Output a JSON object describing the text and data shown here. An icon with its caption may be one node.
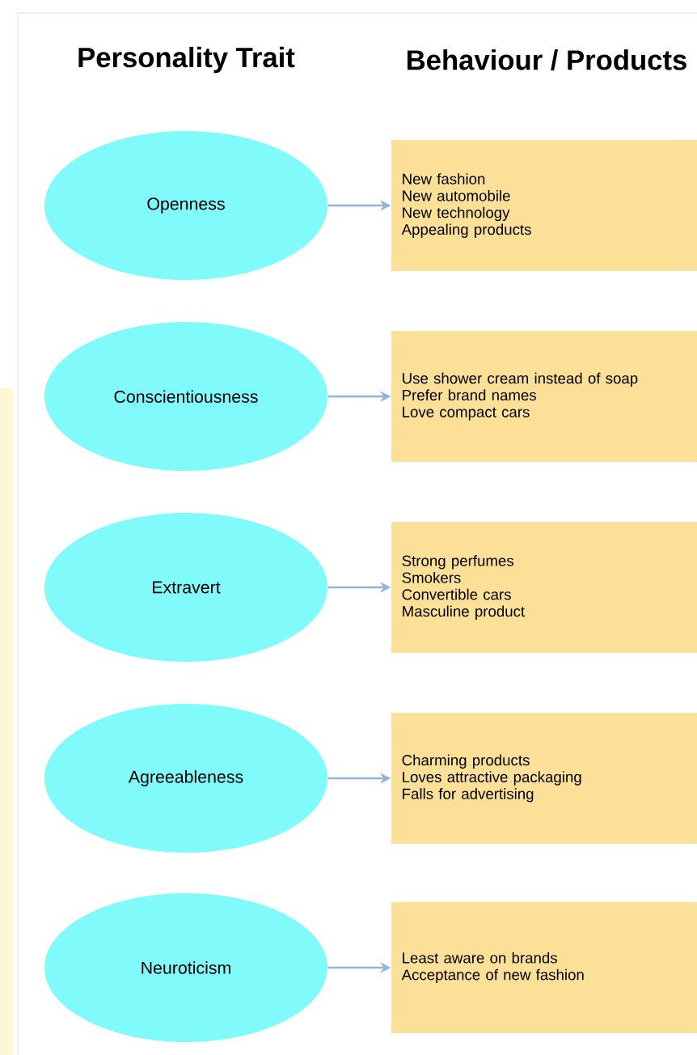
{
  "diagram": {
    "nodes": [
      {
        "text": [
          "Openness"
        ]
      },
      {
        "text": [
          "New fashion",
          "New automobile",
          "New technology",
          "Appealing products"
        ]
      },
      {
        "text": [
          "Conscientiousness"
        ]
      },
      {
        "text": [
          "Use shower cream instead of soap",
          "Prefer brand names",
          "Love compact cars"
        ]
      },
      {
        "text": [
          "Extravert"
        ]
      },
      {
        "text": [
          "Strong perfumes",
          "Smokers",
          "Convertible cars",
          "Masculine product"
        ]
      },
      {
        "text": [
          "Agreeableness"
        ]
      },
      {
        "text": [
          "Charming products",
          "Loves attractive packaging",
          "Falls for advertising"
        ]
      },
      {
        "text": [
          "Neuroticism"
        ]
      },
      {
        "text": [
          "Least aware on brands",
          "Acceptance of new fashion"
        ]
      }
    ],
    "edges": [
      {
        "from": 0,
        "to": 1,
        "arrow": "to"
      },
      {
        "from": 2,
        "to": 3,
        "arrow": "to"
      },
      {
        "from": 4,
        "to": 5,
        "arrow": "to"
      },
      {
        "from": 6,
        "to": 7,
        "arrow": "to"
      },
      {
        "from": 8,
        "to": 9,
        "arrow": "to"
      }
    ],
    "labels": [
      "Personality Trait",
      "Behaviour / Products"
    ]
  }
}
